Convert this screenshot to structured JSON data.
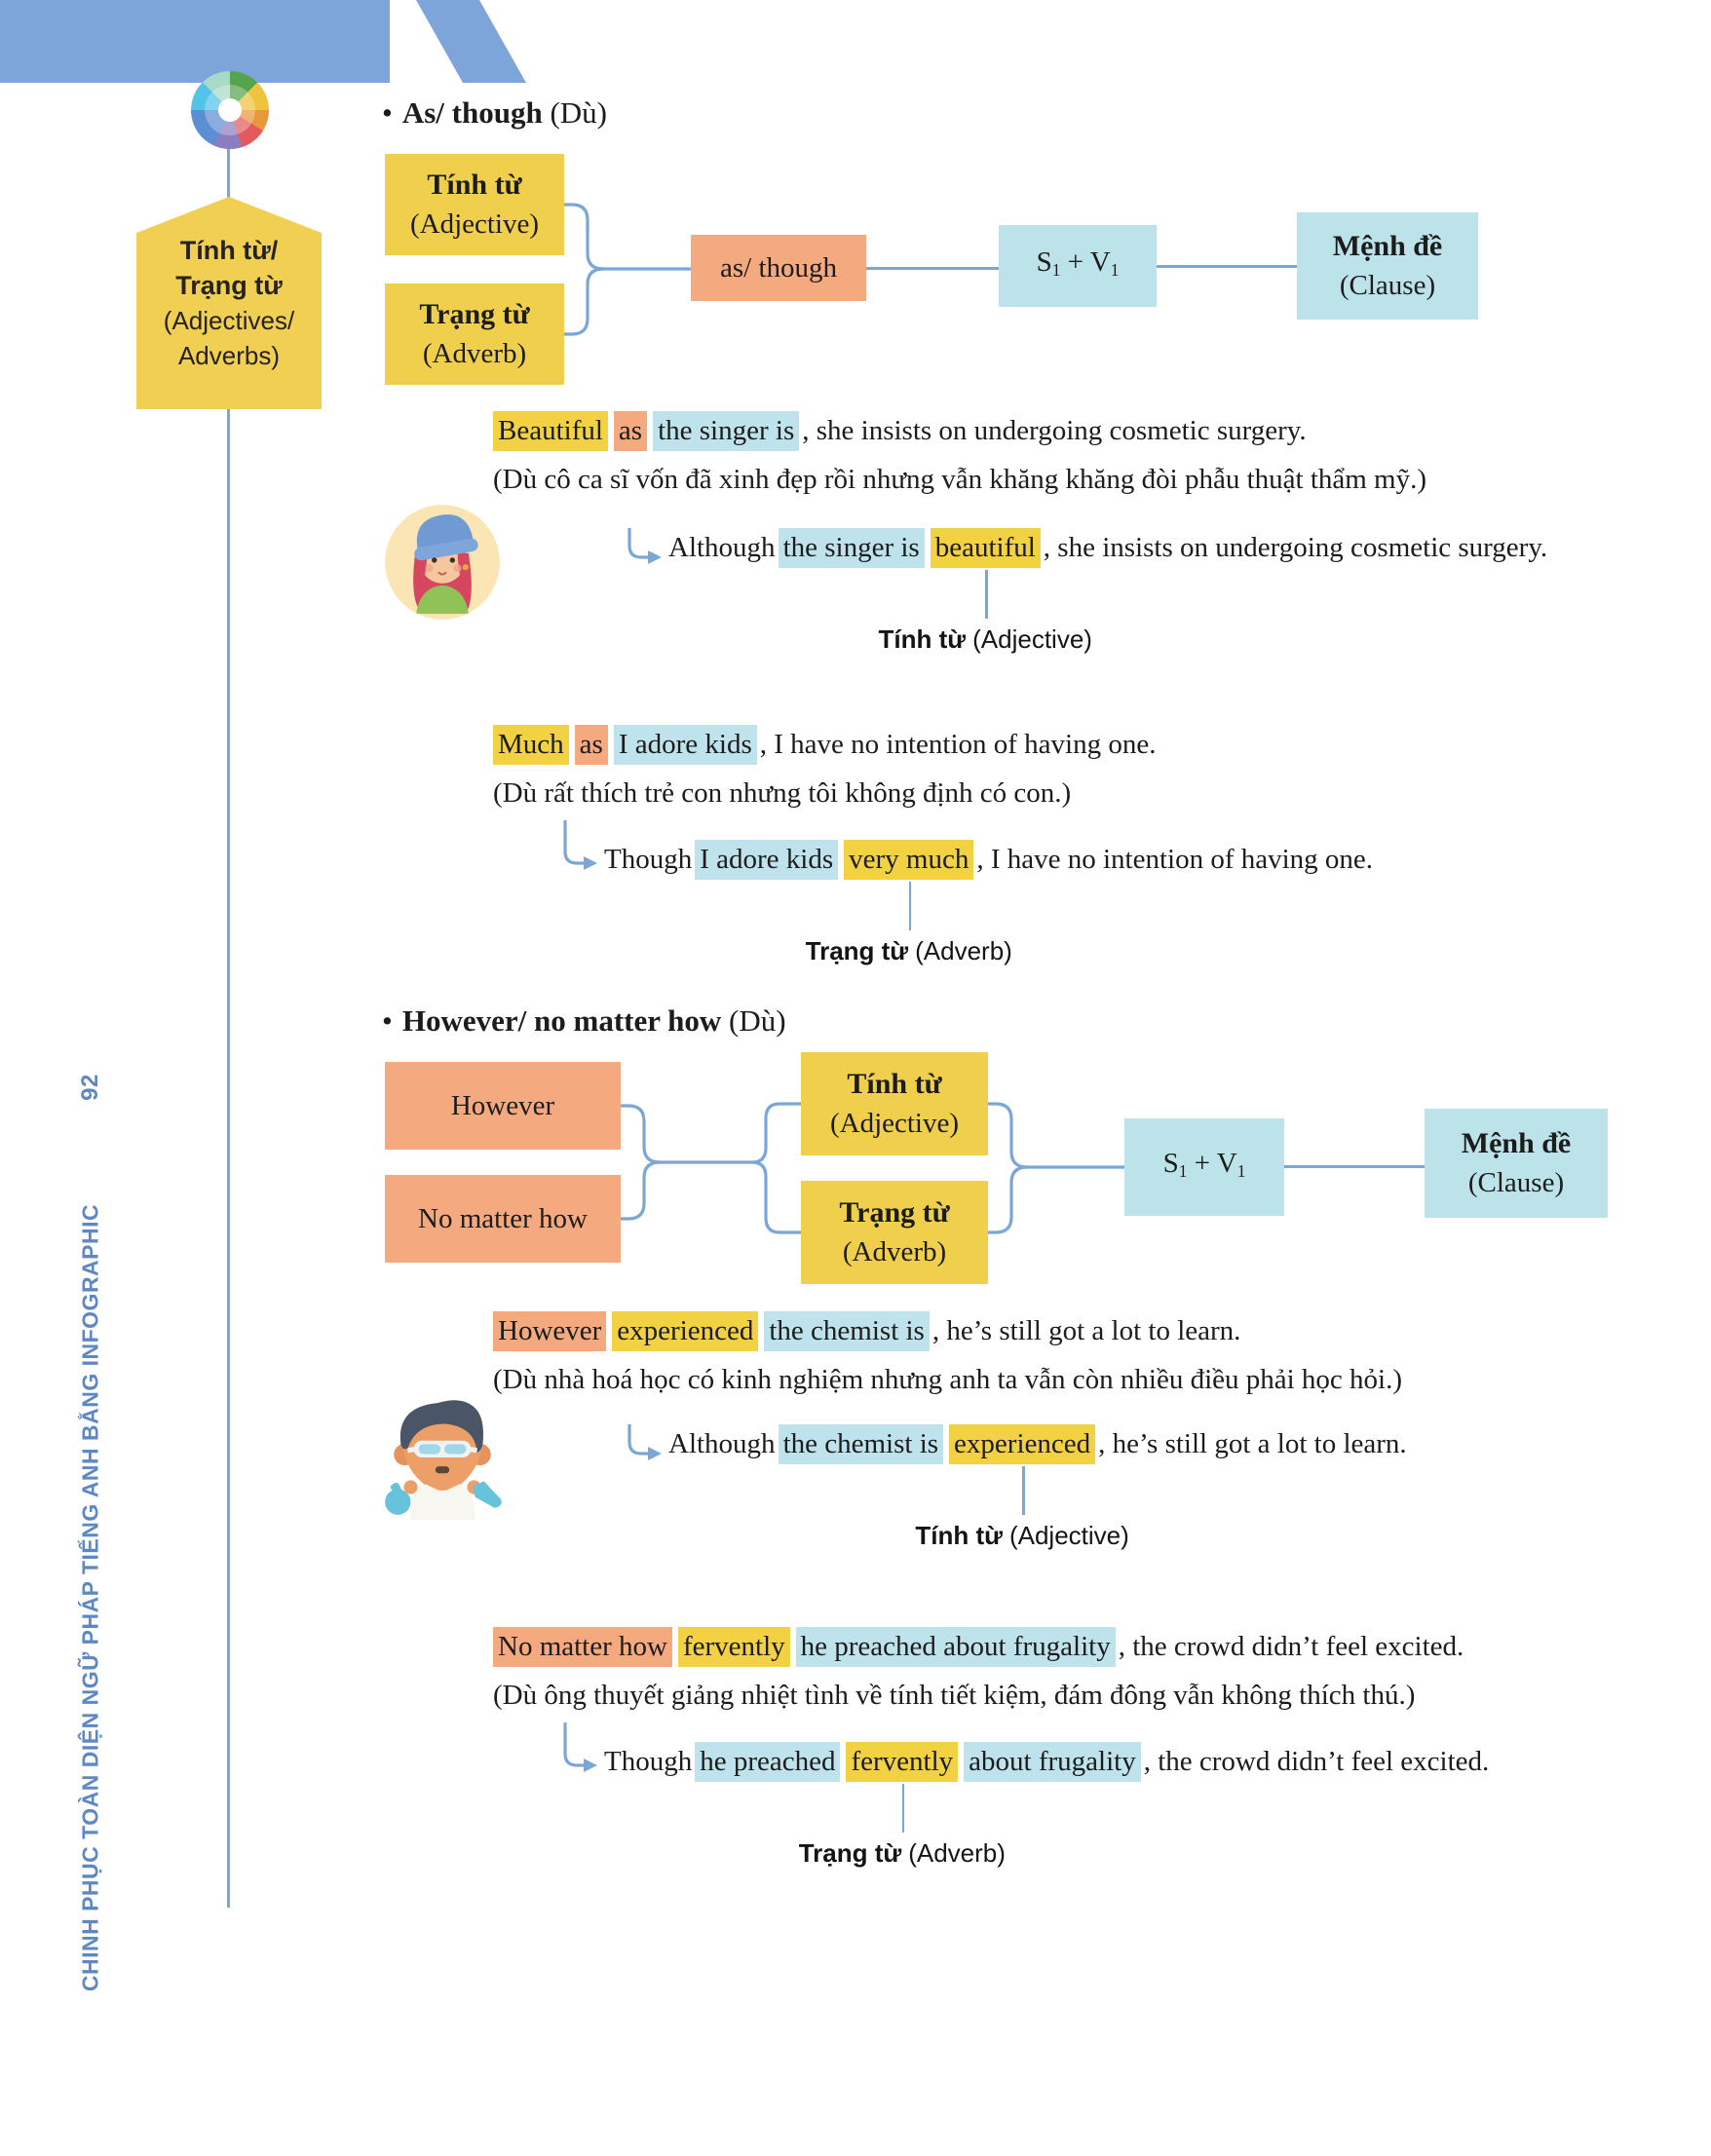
{
  "sidebar": {
    "page_number": "92",
    "title": "CHINH PHỤC TOÀN DIỆN NGỮ PHÁP TIẾNG ANH BẰNG INFOGRAPHIC"
  },
  "topic": {
    "line1": "Tính từ/",
    "line2": "Trạng từ",
    "line3": "(Adjectives/",
    "line4": "Adverbs)"
  },
  "colors": {
    "banner_blue": "#7ea5da",
    "connector_blue": "#7ba7d7",
    "yellow_box": "#f0cf4d",
    "orange_box": "#f5a97e",
    "light_blue_box": "#bce3ea",
    "highlight_yellow": "#f2d143",
    "highlight_orange": "#f5a97e",
    "highlight_blue": "#bfe3ec",
    "sidebar_blue": "#5d88c3",
    "pentagon_yellow": "#f0cf52"
  },
  "s1": {
    "bullet": "•",
    "head_b": "As/ though",
    "head_r": "(Dù)",
    "d": {
      "adj_t": "Tính từ",
      "adj_s": "(Adjective)",
      "adv_t": "Trạng từ",
      "adv_s": "(Adverb)",
      "conn": "as/ though",
      "s": "S",
      "v": "V",
      "one": "1",
      "plus": "+",
      "cl_t": "Mệnh đề",
      "cl_s": "(Clause)"
    }
  },
  "s2": {
    "bullet": "•",
    "head_b": "However/ no matter how",
    "head_r": "(Dù)",
    "d": {
      "left1": "However",
      "left2": "No matter how",
      "adj_t": "Tính từ",
      "adj_s": "(Adjective)",
      "adv_t": "Trạng từ",
      "adv_s": "(Adverb)",
      "s": "S",
      "v": "V",
      "one": "1",
      "plus": "+",
      "cl_t": "Mệnh đề",
      "cl_s": "(Clause)"
    }
  },
  "ex1": {
    "p1": "Beautiful",
    "p1_highlight": "yellow",
    "p2": "as",
    "p2_highlight": "orange",
    "p3": "the singer is",
    "p3_highlight": "blue",
    "p4": ", she insists on undergoing cosmetic surgery.",
    "vi": "(Dù cô ca sĩ vốn đã xinh đẹp rồi nhưng vẫn khăng khăng đòi phẫu thuật thẩm mỹ.)",
    "r_pre": "Although",
    "r_blue": "the singer is",
    "r_yel": "beautiful",
    "r_post": ", she insists on undergoing cosmetic surgery.",
    "lbl_vi": "Tính từ",
    "lbl_en": "(Adjective)"
  },
  "ex2": {
    "p1": "Much",
    "p1_highlight": "yellow",
    "p2": "as",
    "p2_highlight": "orange",
    "p3": "I adore kids",
    "p3_highlight": "blue",
    "p4": ", I have no intention of having one.",
    "vi": "(Dù rất thích trẻ con nhưng tôi không định có con.)",
    "r_pre": "Though",
    "r_blue": "I adore kids",
    "r_yel": "very much",
    "r_post": ", I have no intention of having one.",
    "lbl_vi": "Trạng từ",
    "lbl_en": "(Adverb)"
  },
  "ex3": {
    "p1": "However",
    "p1_highlight": "orange",
    "p2": "experienced",
    "p2_highlight": "yellow",
    "p3": "the chemist is",
    "p3_highlight": "blue",
    "p4": ", he’s still got a lot to learn.",
    "vi": "(Dù nhà hoá học có kinh nghiệm nhưng anh ta vẫn còn nhiều điều phải học hỏi.)",
    "r_pre": "Although",
    "r_blue": "the chemist is",
    "r_yel": "experienced",
    "r_post": ", he’s still got a lot to learn.",
    "lbl_vi": "Tính từ",
    "lbl_en": "(Adjective)"
  },
  "ex4": {
    "p1": "No matter how",
    "p1_highlight": "orange",
    "p2": "fervently",
    "p2_highlight": "yellow",
    "p3": "he preached about frugality",
    "p3_highlight": "blue",
    "p4": ", the crowd didn’t feel excited.",
    "vi": "(Dù ông thuyết giảng nhiệt tình về tính tiết kiệm, đám đông vẫn không thích thú.)",
    "r_pre": "Though",
    "r_blue": "he preached",
    "r_yel": "fervently",
    "r_blue2": "about frugality",
    "r_post": ", the crowd didn’t feel excited.",
    "lbl_vi": "Trạng từ",
    "lbl_en": "(Adverb)"
  }
}
